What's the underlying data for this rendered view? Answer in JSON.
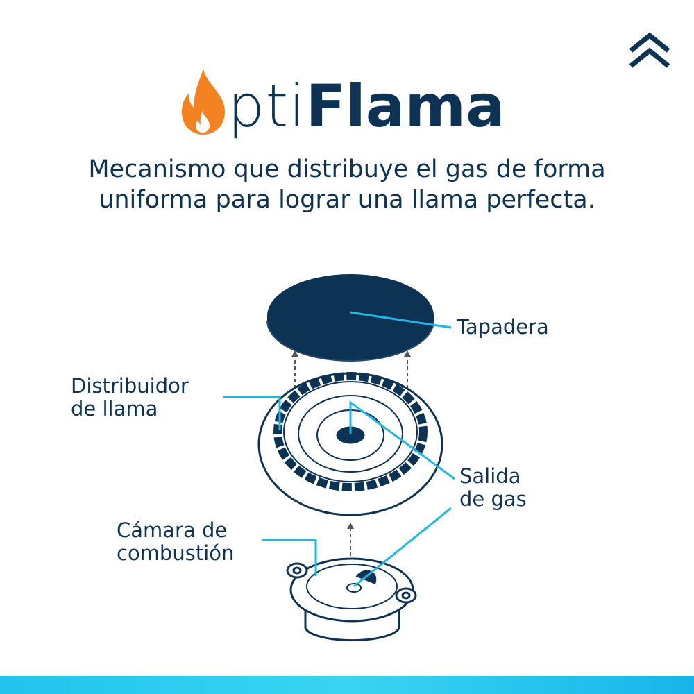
{
  "logo": {
    "prefix": "pti",
    "suffix": "Flama",
    "text": "optiFlama"
  },
  "subtitle": {
    "line1": "Mecanismo que distribuye el gas de forma",
    "line2": "uniforma para lograr una llama perfecta."
  },
  "labels": {
    "tapadera": "Tapadera",
    "distribuidor_1": "Distribuidor",
    "distribuidor_2": "de llama",
    "salida_1": "Salida",
    "salida_2": "de gas",
    "camara_1": "Cámara de",
    "camara_2": "combustión"
  },
  "colors": {
    "navy": "#0d3354",
    "cyan": "#1bb8e8",
    "orange": "#f58220"
  },
  "icons": {
    "scroll_up": "double-chevron-up-icon",
    "flame": "flame-icon"
  }
}
